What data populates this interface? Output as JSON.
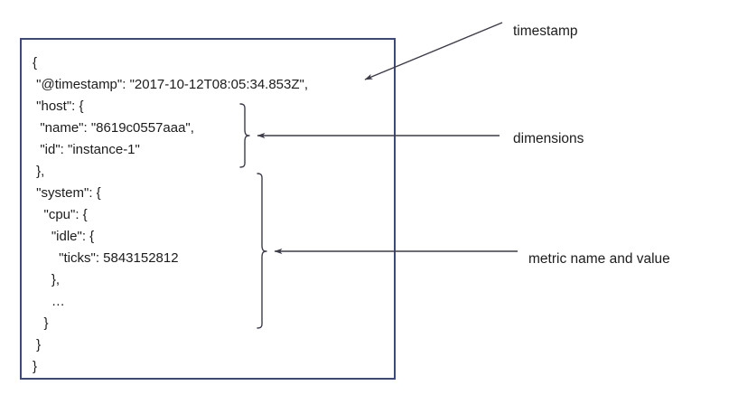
{
  "document": {
    "name": "json-metric-event",
    "border_color": "#3b4a7a",
    "background_color": "#ffffff",
    "text_color": "#1c1c1c",
    "lines": [
      "{",
      " \"@timestamp\": \"2017-10-12T08:05:34.853Z\",",
      " \"host\": {",
      "  \"name\": \"8619c0557aaa\",",
      "  \"id\": \"instance-1\"",
      " },",
      " \"system\": {",
      "   \"cpu\": {",
      "     \"idle\": {",
      "       \"ticks\": 5843152812",
      "     },",
      "     …",
      "   }",
      " }",
      "}"
    ],
    "fields": {
      "timestamp": "2017-10-12T08:05:34.853Z",
      "host_name": "8619c0557aaa",
      "host_id": "instance-1",
      "metric_path": "system.cpu.idle.ticks",
      "metric_value": "5843152812"
    }
  },
  "annotations": {
    "line_color": "#3c3c4a",
    "items": [
      {
        "id": "timestamp",
        "label": "timestamp",
        "marker": "arrow",
        "target": "@timestamp field"
      },
      {
        "id": "dimensions",
        "label": "dimensions",
        "marker": "brace-and-arrow",
        "target": "host object"
      },
      {
        "id": "metric",
        "label": "metric name and value",
        "marker": "brace-and-arrow",
        "target": "system.cpu.idle object"
      }
    ]
  }
}
